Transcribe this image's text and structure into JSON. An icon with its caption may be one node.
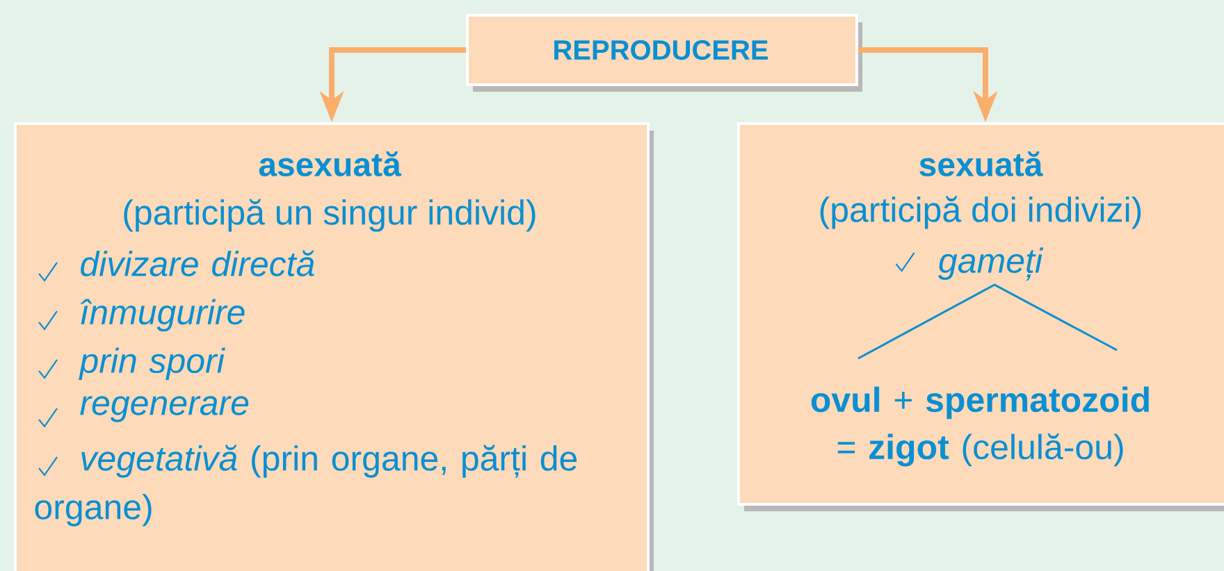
{
  "diagram": {
    "nodes": [
      {
        "text": [
          "REPRODUCERE"
        ]
      },
      {
        "text": [
          "asexuată",
          "(participă un singur individ)",
          "divizare directă",
          "înmugurire",
          "prin spori",
          "regenerare",
          "*vegetativă* (prin organe, părți de organe)"
        ]
      },
      {
        "text": [
          "sexuată",
          "(participă doi indivizi)",
          "gameți",
          "**ovul** + **spermatozoid** = **zigot** (celulă-ou)"
        ]
      }
    ],
    "edges": [
      {
        "from": 0,
        "to": 1,
        "arrow": "to"
      },
      {
        "from": 0,
        "to": 2,
        "arrow": "to"
      }
    ]
  }
}
